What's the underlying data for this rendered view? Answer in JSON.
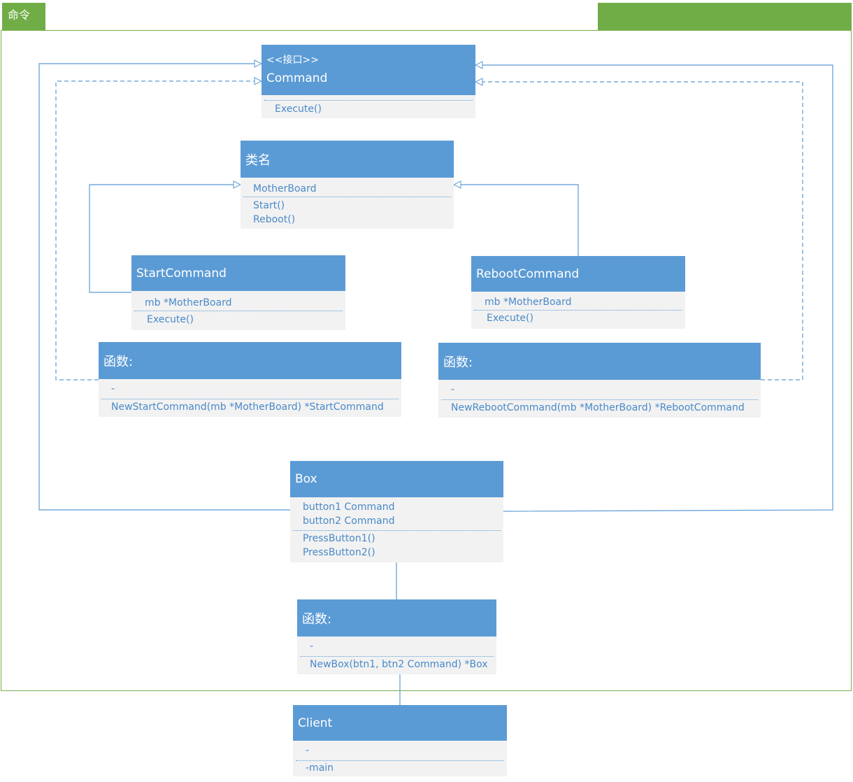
{
  "frame": {
    "title": "命令"
  },
  "classes": {
    "command": {
      "stereotype": "<<接口>>",
      "name": "Command",
      "attributes": [],
      "methods": [
        "Execute()"
      ]
    },
    "motherboard": {
      "name": "类名",
      "attributes": [
        "MotherBoard"
      ],
      "methods": [
        "Start()",
        "Reboot()"
      ]
    },
    "start_command": {
      "name": "StartCommand",
      "attributes": [
        "mb *MotherBoard"
      ],
      "methods": [
        "Execute()"
      ]
    },
    "reboot_command": {
      "name": "RebootCommand",
      "attributes": [
        "mb *MotherBoard"
      ],
      "methods": [
        "Execute()"
      ]
    },
    "fn_start": {
      "name": "函数:",
      "attributes": [
        "-"
      ],
      "methods": [
        "NewStartCommand(mb *MotherBoard) *StartCommand"
      ]
    },
    "fn_reboot": {
      "name": "函数:",
      "attributes": [
        "-"
      ],
      "methods": [
        "NewRebootCommand(mb *MotherBoard) *RebootCommand"
      ]
    },
    "box": {
      "name": "Box",
      "attributes": [
        "button1 Command",
        "button2 Command"
      ],
      "methods": [
        "PressButton1()",
        "PressButton2()"
      ]
    },
    "fn_box": {
      "name": "函数:",
      "attributes": [
        "-"
      ],
      "methods": [
        "NewBox(btn1, btn2 Command) *Box"
      ]
    },
    "client": {
      "name": "Client",
      "attributes": [
        "-"
      ],
      "methods": [
        "-main"
      ]
    }
  },
  "colors": {
    "header": "#5b9bd5",
    "body": "#f2f2f2",
    "frame": "#70ad47",
    "text": "#4a89c8"
  }
}
